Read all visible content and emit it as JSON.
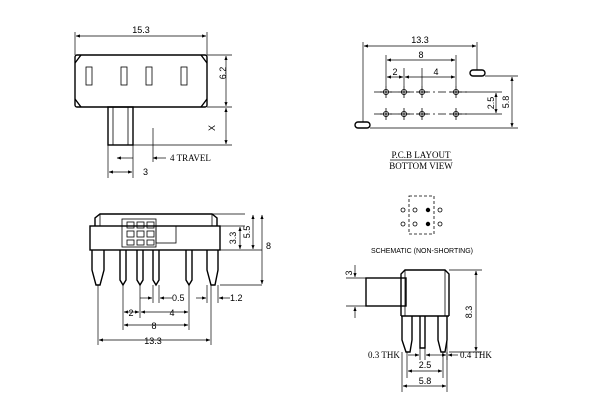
{
  "top_view": {
    "width_dim": "15.3",
    "height_dim": "6.2",
    "actuator_dim": "X",
    "actuator_width": "3",
    "travel": "4 TRAVEL"
  },
  "pcb_layout": {
    "overall_dim": "13.3",
    "outer_pitch": "8",
    "mid_pitch": "4",
    "pitch": "2",
    "row_gap": "2.5",
    "row_span": "5.8",
    "title": "P.C.B LAYOUT",
    "subtitle": "BOTTOM VIEW"
  },
  "front_view": {
    "h_small": "3.3",
    "h_mid": "5.5",
    "h_total": "8",
    "lead_w": "0.5",
    "mount_gap": "1.2",
    "pitch_a": "2",
    "pitch_b": "4",
    "span": "8",
    "overall": "13.3"
  },
  "schematic": {
    "label": "SCHEMATIC (NON-SHORTING)"
  },
  "side_view": {
    "act_height": "3",
    "total_height": "8.3",
    "thk_left": "0.3 THK",
    "pitch": "2.5",
    "span": "5.8",
    "thk_right": "0.4 THK"
  }
}
